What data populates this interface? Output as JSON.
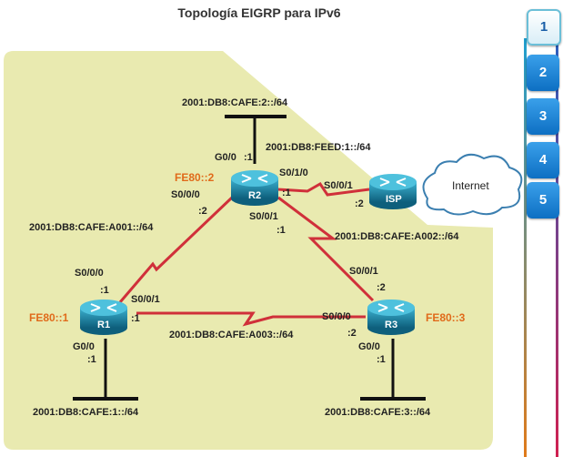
{
  "title": "Topología EIGRP para IPv6",
  "networks": {
    "r2_lan": "2001:DB8:CAFE:2::/64",
    "isp_link": "2001:DB8:FEED:1::/64",
    "r1_r2": "2001:DB8:CAFE:A001::/64",
    "r2_r3": "2001:DB8:CAFE:A002::/64",
    "r1_r3": "2001:DB8:CAFE:A003::/64",
    "r1_lan": "2001:DB8:CAFE:1::/64",
    "r3_lan": "2001:DB8:CAFE:3::/64"
  },
  "interfaces": {
    "r2_g00": "G0/0",
    "r2_g00_host": ":1",
    "r2_s010": "S0/1/0",
    "r2_s010_host": ":1",
    "isp_s001": "S0/0/1",
    "isp_s001_host": ":2",
    "r2_s000": "S0/0/0",
    "r2_s000_host": ":2",
    "r2_s001": "S0/0/1",
    "r2_s001_host": ":1",
    "r1_s000": "S0/0/0",
    "r1_s000_host": ":1",
    "r1_s001": "S0/0/1",
    "r1_s001_host": ":1",
    "r1_g00": "G0/0",
    "r1_g00_host": ":1",
    "r3_s001": "S0/0/1",
    "r3_s001_host": ":2",
    "r3_s000": "S0/0/0",
    "r3_s000_host": ":2",
    "r3_g00": "G0/0",
    "r3_g00_host": ":1"
  },
  "link_local": {
    "r1": "FE80::1",
    "r2": "FE80::2",
    "r3": "FE80::3"
  },
  "devices": {
    "r1": "R1",
    "r2": "R2",
    "r3": "R3",
    "isp": "ISP",
    "internet": "Internet"
  },
  "nav": {
    "steps": [
      "1",
      "2",
      "3",
      "4",
      "5"
    ],
    "active": "1"
  },
  "colors": {
    "background_area": "#e9eab0",
    "router": "#1d7fa0",
    "serial_link": "#d0303a",
    "ethernet_link": "#111111",
    "orange_text": "#e06a1a",
    "nav_button": "#1f86d6"
  }
}
